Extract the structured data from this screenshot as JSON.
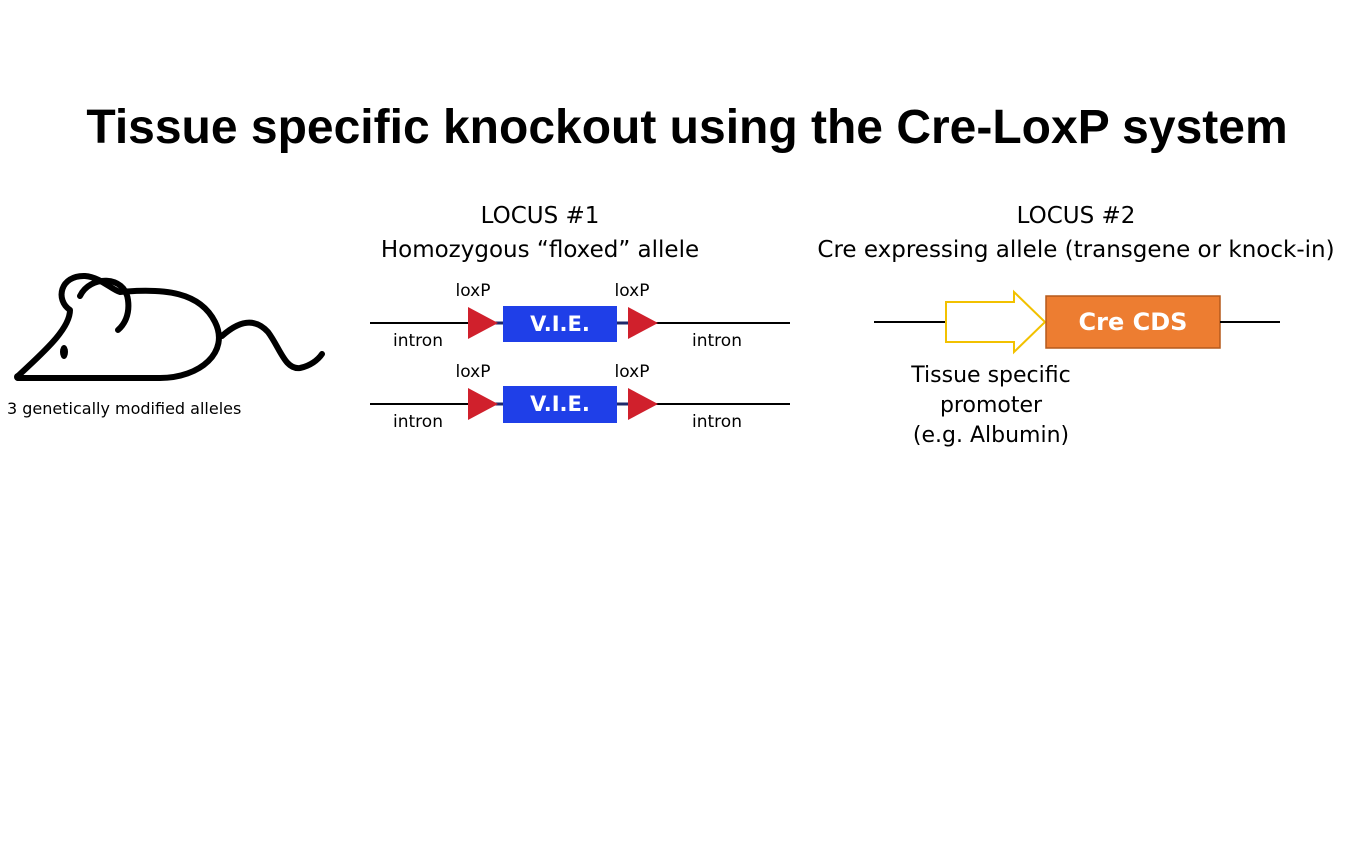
{
  "title": "Tissue specific knockout using the Cre-LoxP system",
  "mouse": {
    "icon": "mouse-icon",
    "caption": "3 genetically modified alleles"
  },
  "locus1": {
    "heading": "LOCUS #1",
    "subheading": "Homozygous “floxed” allele",
    "alleles": [
      {
        "left_loxp": "loxP",
        "right_loxp": "loxP",
        "element": "V.I.E.",
        "left_intron": "intron",
        "right_intron": "intron"
      },
      {
        "left_loxp": "loxP",
        "right_loxp": "loxP",
        "element": "V.I.E.",
        "left_intron": "intron",
        "right_intron": "intron"
      }
    ]
  },
  "locus2": {
    "heading": "LOCUS #2",
    "subheading": "Cre expressing allele (transgene or knock-in)",
    "cds_label": "Cre CDS",
    "promoter_lines": [
      "Tissue specific",
      "promoter",
      "(e.g. Albumin)"
    ]
  },
  "colors": {
    "vie_box": "#1f3fe8",
    "loxp_triangle": "#d0202c",
    "cre_box": "#ed7d31",
    "cre_box_border": "#b55a1c",
    "promoter_arrow": "#f2c100",
    "dna_line": "#000000"
  }
}
